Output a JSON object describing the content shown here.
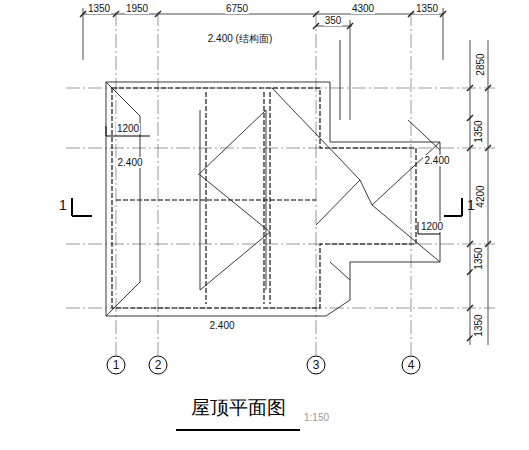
{
  "diagram": {
    "title": "屋顶平面图",
    "caption": "1:150",
    "nodes": [
      {
        "text": [
          "1"
        ]
      },
      {
        "text": [
          "2"
        ]
      },
      {
        "text": [
          "3"
        ]
      },
      {
        "text": [
          "4"
        ]
      }
    ],
    "labels": [
      "1350",
      "1950",
      "6750",
      "4300",
      "1350",
      "350",
      "2.400 (结构面)",
      "1200",
      "2.400",
      "2.400",
      "1200",
      "2.400",
      "2850",
      "1350",
      "4200",
      "1350",
      "1350",
      "1",
      "1"
    ]
  }
}
